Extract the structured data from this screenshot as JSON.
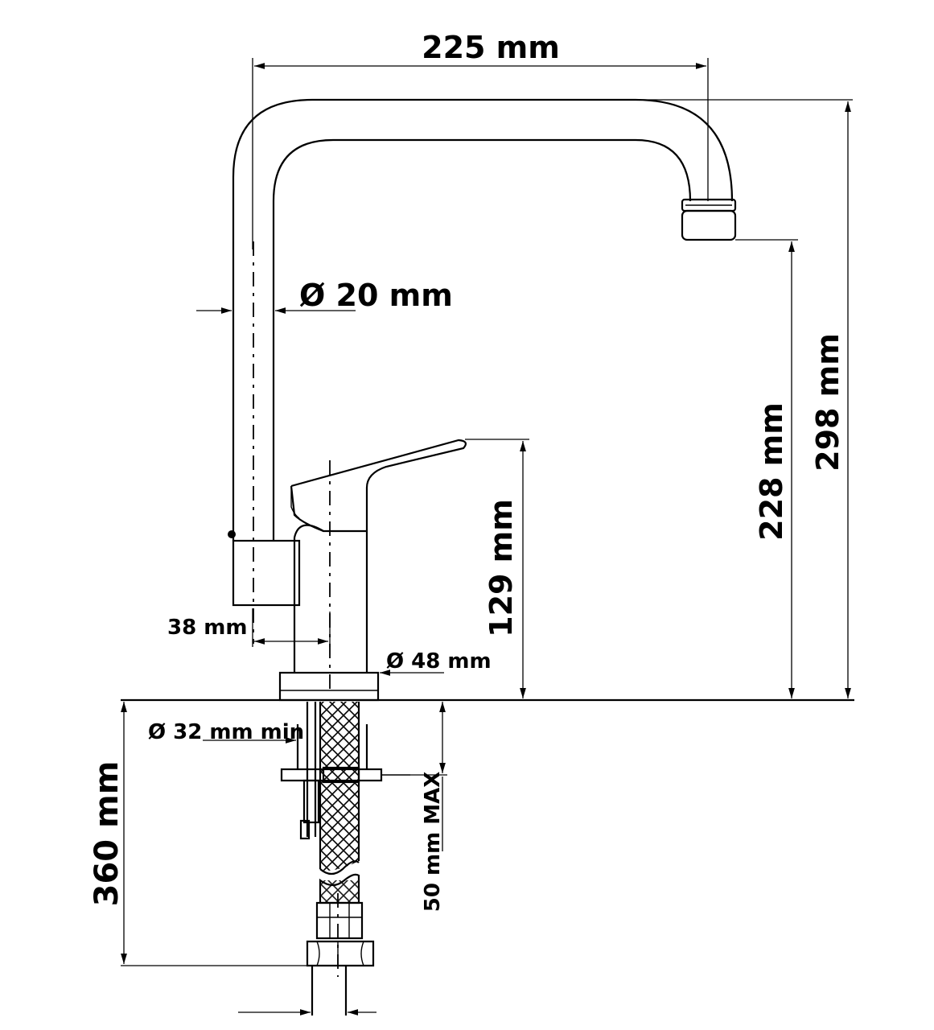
{
  "dimensions": {
    "width_top": "225 mm",
    "pipe_diameter": "Ø 20 mm",
    "spout_height": "228 mm",
    "total_height": "298 mm",
    "handle_height": "129 mm",
    "offset": "38 mm",
    "base_diameter": "Ø 48 mm",
    "hole_min": "Ø 32 mm min",
    "worktop_max": "50 mm MAX",
    "hose_length": "360 mm"
  },
  "colors": {
    "line": "#000000",
    "background": "#ffffff"
  }
}
